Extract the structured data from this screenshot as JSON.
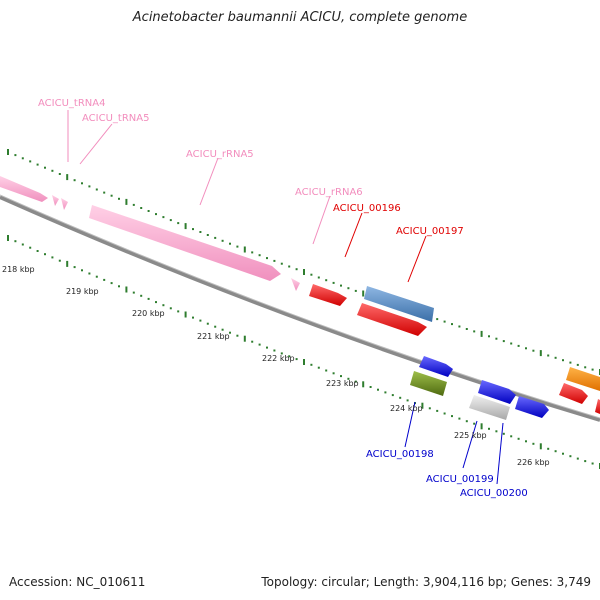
{
  "title": "Acinetobacter baumannii ACICU, complete genome",
  "footer": {
    "accession": "Accession: NC_010611",
    "topology": "Topology: circular; Length: 3,904,116 bp; Genes: 3,749"
  },
  "colors": {
    "backbone": "#888888",
    "tick": "#2e7d2e",
    "rna": "#f7a7c8",
    "red_gene": "#ff1a1a",
    "blue_gene": "#1a1aff",
    "steelblue_gene": "#4f86c6",
    "olive_gene": "#6a8a1e",
    "gray_gene": "#c8c8c8",
    "orange_gene": "#ff8c00",
    "pink_label": "#f28dbd",
    "red_label": "#e00000",
    "blue_label": "#0000cc"
  },
  "scale_labels": [
    "218 kbp",
    "219 kbp",
    "220 kbp",
    "221 kbp",
    "222 kbp",
    "223 kbp",
    "224 kbp",
    "225 kbp",
    "226 kbp"
  ],
  "gene_labels": {
    "trna4": "ACICU_tRNA4",
    "trna5": "ACICU_tRNA5",
    "rrna5": "ACICU_rRNA5",
    "rrna6": "ACICU_rRNA6",
    "g196": "ACICU_00196",
    "g197": "ACICU_00197",
    "g198": "ACICU_00198",
    "g199": "ACICU_00199",
    "g200": "ACICU_00200"
  }
}
